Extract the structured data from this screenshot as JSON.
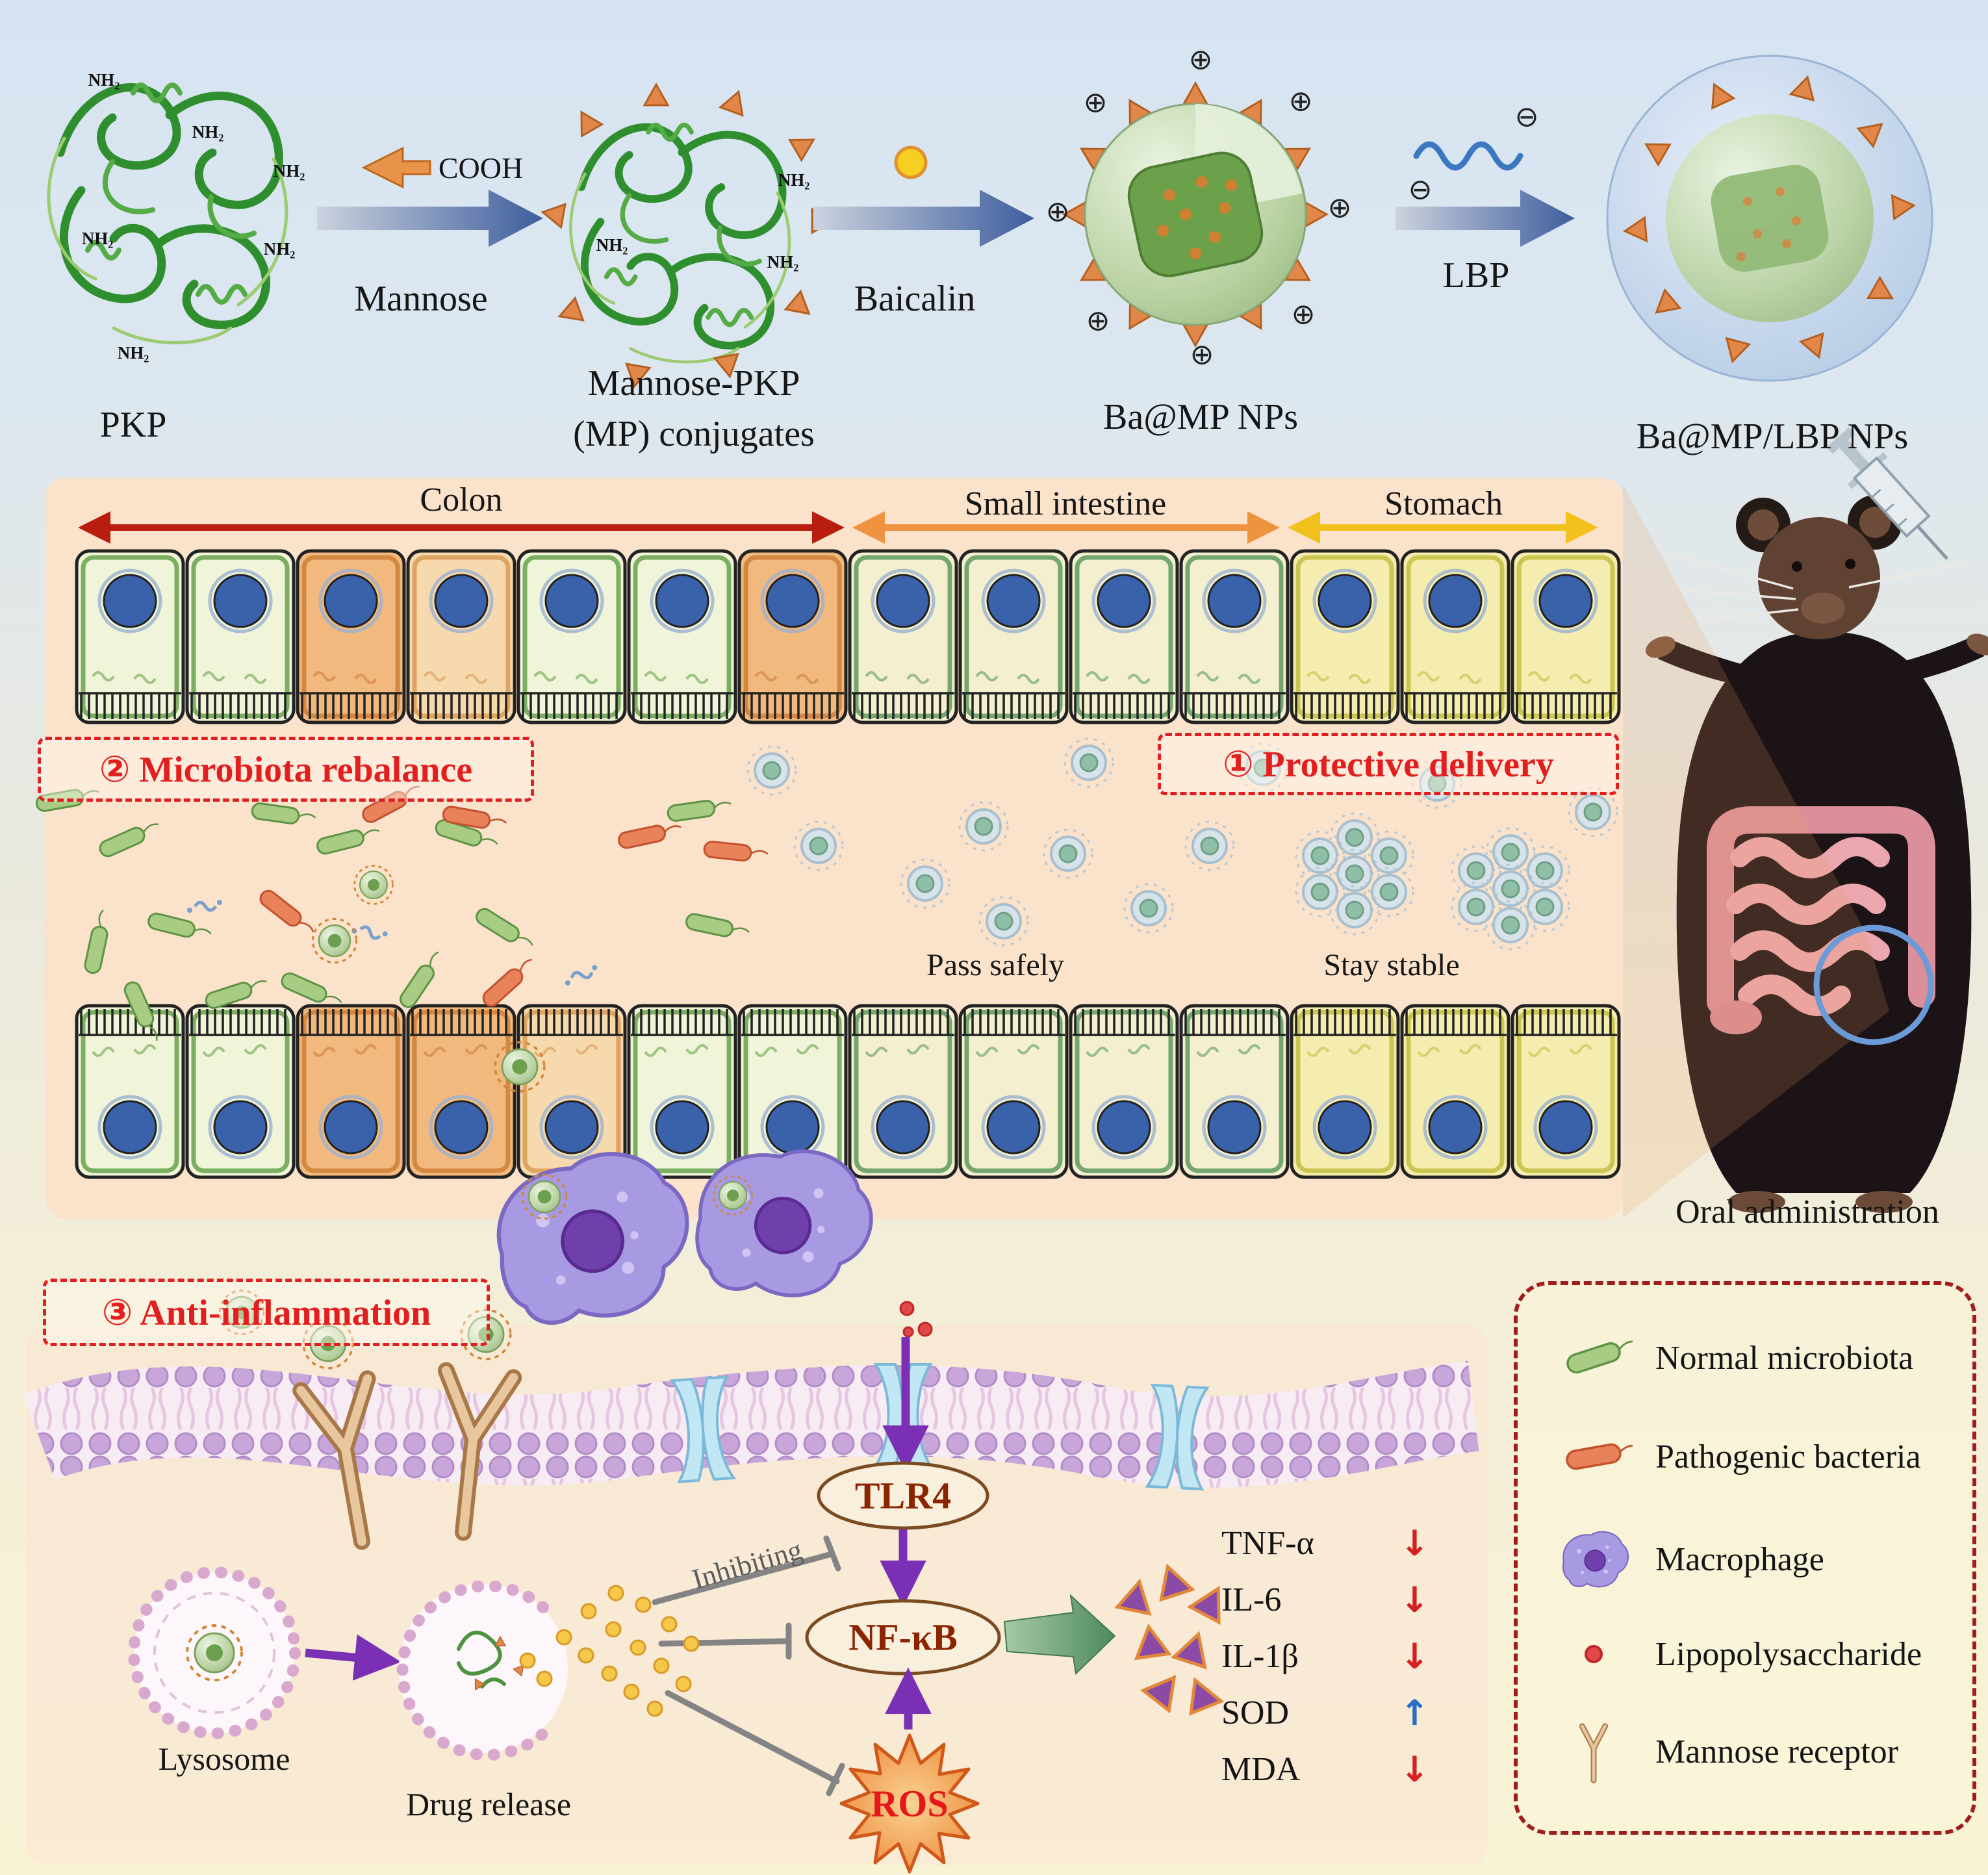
{
  "synthesis": {
    "pkp_label": "PKP",
    "nh2": "NH₂",
    "cooh": "COOH",
    "arrow1_label": "Mannose",
    "mp_line1": "Mannose-PKP",
    "mp_line2": "(MP) conjugates",
    "arrow2_label": "Baicalin",
    "bamp_label": "Ba@MP NPs",
    "arrow3_label": "LBP",
    "bamplbp_label": "Ba@MP/LBP NPs",
    "plus": "⊕",
    "minus": "⊖"
  },
  "gi": {
    "colon": "Colon",
    "small_intestine": "Small intestine",
    "stomach": "Stomach",
    "microbiota": "② Microbiota rebalance",
    "protective": "① Protective delivery",
    "pass_safely": "Pass safely",
    "stay_stable": "Stay stable",
    "oral": "Oral administration"
  },
  "mechanism": {
    "anti_inflammation": "③ Anti-inflammation",
    "tlr4": "TLR4",
    "nfkb": "NF-κB",
    "ros": "ROS",
    "inhibiting": "Inhibiting",
    "lysosome": "Lysosome",
    "drug_release": "Drug release",
    "markers": [
      {
        "name": "TNF-α",
        "arrow": "↓"
      },
      {
        "name": "IL-6",
        "arrow": "↓"
      },
      {
        "name": "IL-1β",
        "arrow": "↓"
      },
      {
        "name": "SOD",
        "arrow": "↑"
      },
      {
        "name": "MDA",
        "arrow": "↓"
      }
    ]
  },
  "legend": {
    "items": [
      {
        "label": "Normal microbiota"
      },
      {
        "label": "Pathogenic bacteria"
      },
      {
        "label": "Macrophage"
      },
      {
        "label": "Lipopolysaccharide"
      },
      {
        "label": "Mannose receptor"
      }
    ]
  },
  "colors": {
    "accent_red": "#e31e1e",
    "colon_arrow": "#b81d10",
    "si_arrow": "#ef9340",
    "stomach_arrow": "#f2c11c",
    "legend_border": "#a01d1d",
    "marker_up": "#2b6cc8",
    "marker_down": "#d42020"
  }
}
